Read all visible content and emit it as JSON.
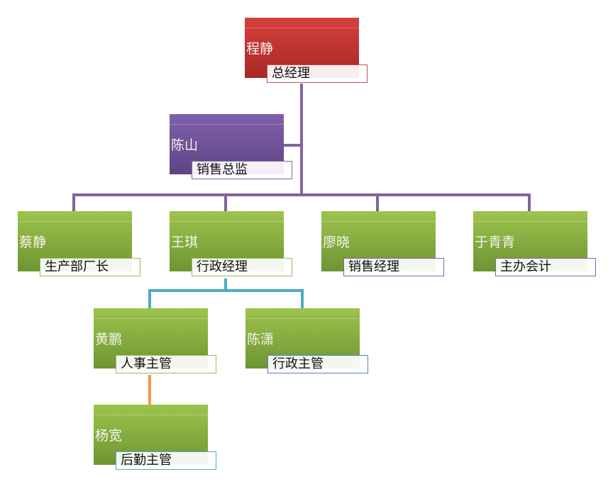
{
  "nodes": [
    {
      "name": "程静",
      "title": "总经理",
      "color": "#c0392b",
      "border": "#c0504d"
    },
    {
      "name": "陈山",
      "title": "销售总监",
      "color": "#6f52a0",
      "border": "#8064a2"
    },
    {
      "name": "蔡静",
      "title": "生产部厂长",
      "color": "#8ab43f",
      "border": "#9bbb59"
    },
    {
      "name": "王琪",
      "title": "行政经理",
      "color": "#8ab43f",
      "border": "#9bbb59"
    },
    {
      "name": "廖晓",
      "title": "销售经理",
      "color": "#8ab43f",
      "border": "#8064a2"
    },
    {
      "name": "于青青",
      "title": "主办会计",
      "color": "#8ab43f",
      "border": "#8064a2"
    },
    {
      "name": "黄鹏",
      "title": "人事主管",
      "color": "#8ab43f",
      "border": "#9bbb59"
    },
    {
      "name": "陈潇",
      "title": "行政主管",
      "color": "#8ab43f",
      "border": "#4f81bd"
    },
    {
      "name": "杨宽",
      "title": "后勤主管",
      "color": "#8ab43f",
      "border": "#4bacc6"
    }
  ],
  "connector_colors": {
    "main": "#8064a2",
    "admin": "#4bacc6",
    "hr": "#f79646"
  }
}
